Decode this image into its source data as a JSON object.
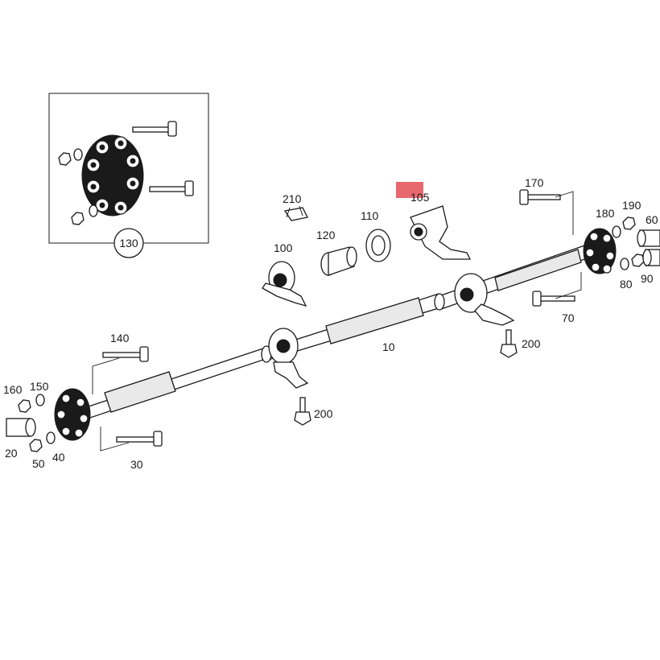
{
  "colors": {
    "highlight": "#e8686e",
    "line": "#1a1a1a",
    "background": "#ffffff"
  },
  "labels": {
    "p130": "130",
    "p210": "210",
    "p105": "105",
    "p170": "170",
    "p190": "190",
    "p180": "180",
    "p60": "60",
    "p110": "110",
    "p120": "120",
    "p100": "100",
    "p80": "80",
    "p90": "90",
    "p70": "70",
    "p140": "140",
    "p200a": "200",
    "p10": "10",
    "p200b": "200",
    "p160": "160",
    "p150": "150",
    "p20": "20",
    "p50": "50",
    "p40": "40",
    "p30": "30"
  }
}
